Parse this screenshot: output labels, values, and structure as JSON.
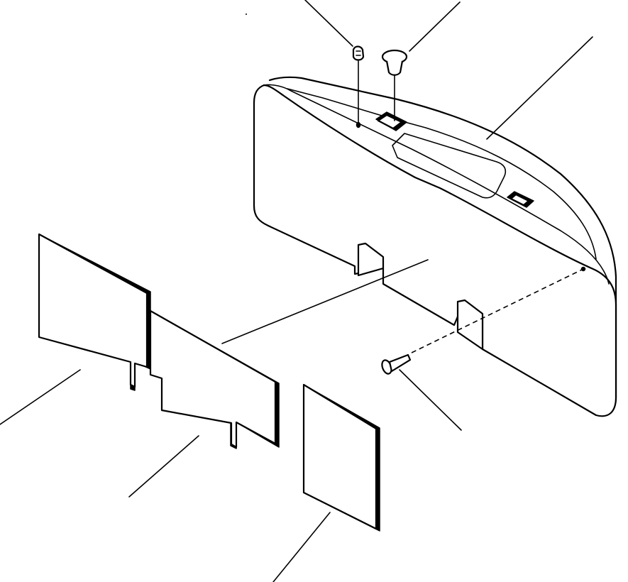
{
  "diagram": {
    "kind": "exploded-parts-view",
    "colors": {
      "ink": "#000000",
      "paper": "#ffffff"
    },
    "parts": [
      {
        "id": "grommet-clip",
        "icon": "clip-icon"
      },
      {
        "id": "push-rivet",
        "icon": "rivet-icon"
      },
      {
        "id": "cover-panel",
        "icon": "panel-icon"
      },
      {
        "id": "rivet",
        "icon": "rivet-icon"
      },
      {
        "id": "pad-left",
        "icon": "pad-icon"
      },
      {
        "id": "pad-center",
        "icon": "pad-icon"
      },
      {
        "id": "pad-right",
        "icon": "pad-icon"
      }
    ]
  }
}
